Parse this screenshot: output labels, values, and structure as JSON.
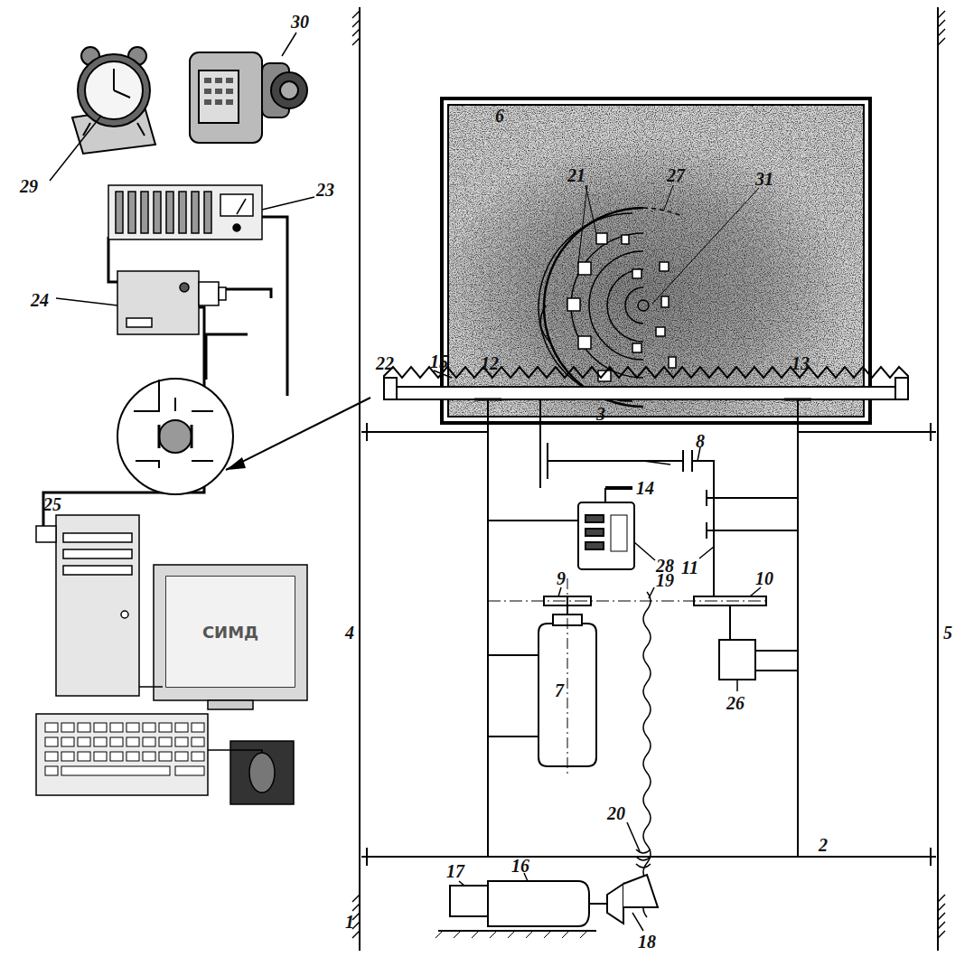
{
  "diagram": {
    "nodes": [
      {
        "text": [
          "СИМД"
        ]
      }
    ],
    "labels": [
      "29",
      "30",
      "6",
      "23",
      "21",
      "27",
      "31",
      "24",
      "22",
      "15",
      "12",
      "13",
      "25",
      "3",
      "14",
      "8",
      "28",
      "11",
      "9",
      "10",
      "4",
      "5",
      "7",
      "26",
      "19",
      "20",
      "2",
      "1",
      "17",
      "16",
      "18"
    ]
  }
}
